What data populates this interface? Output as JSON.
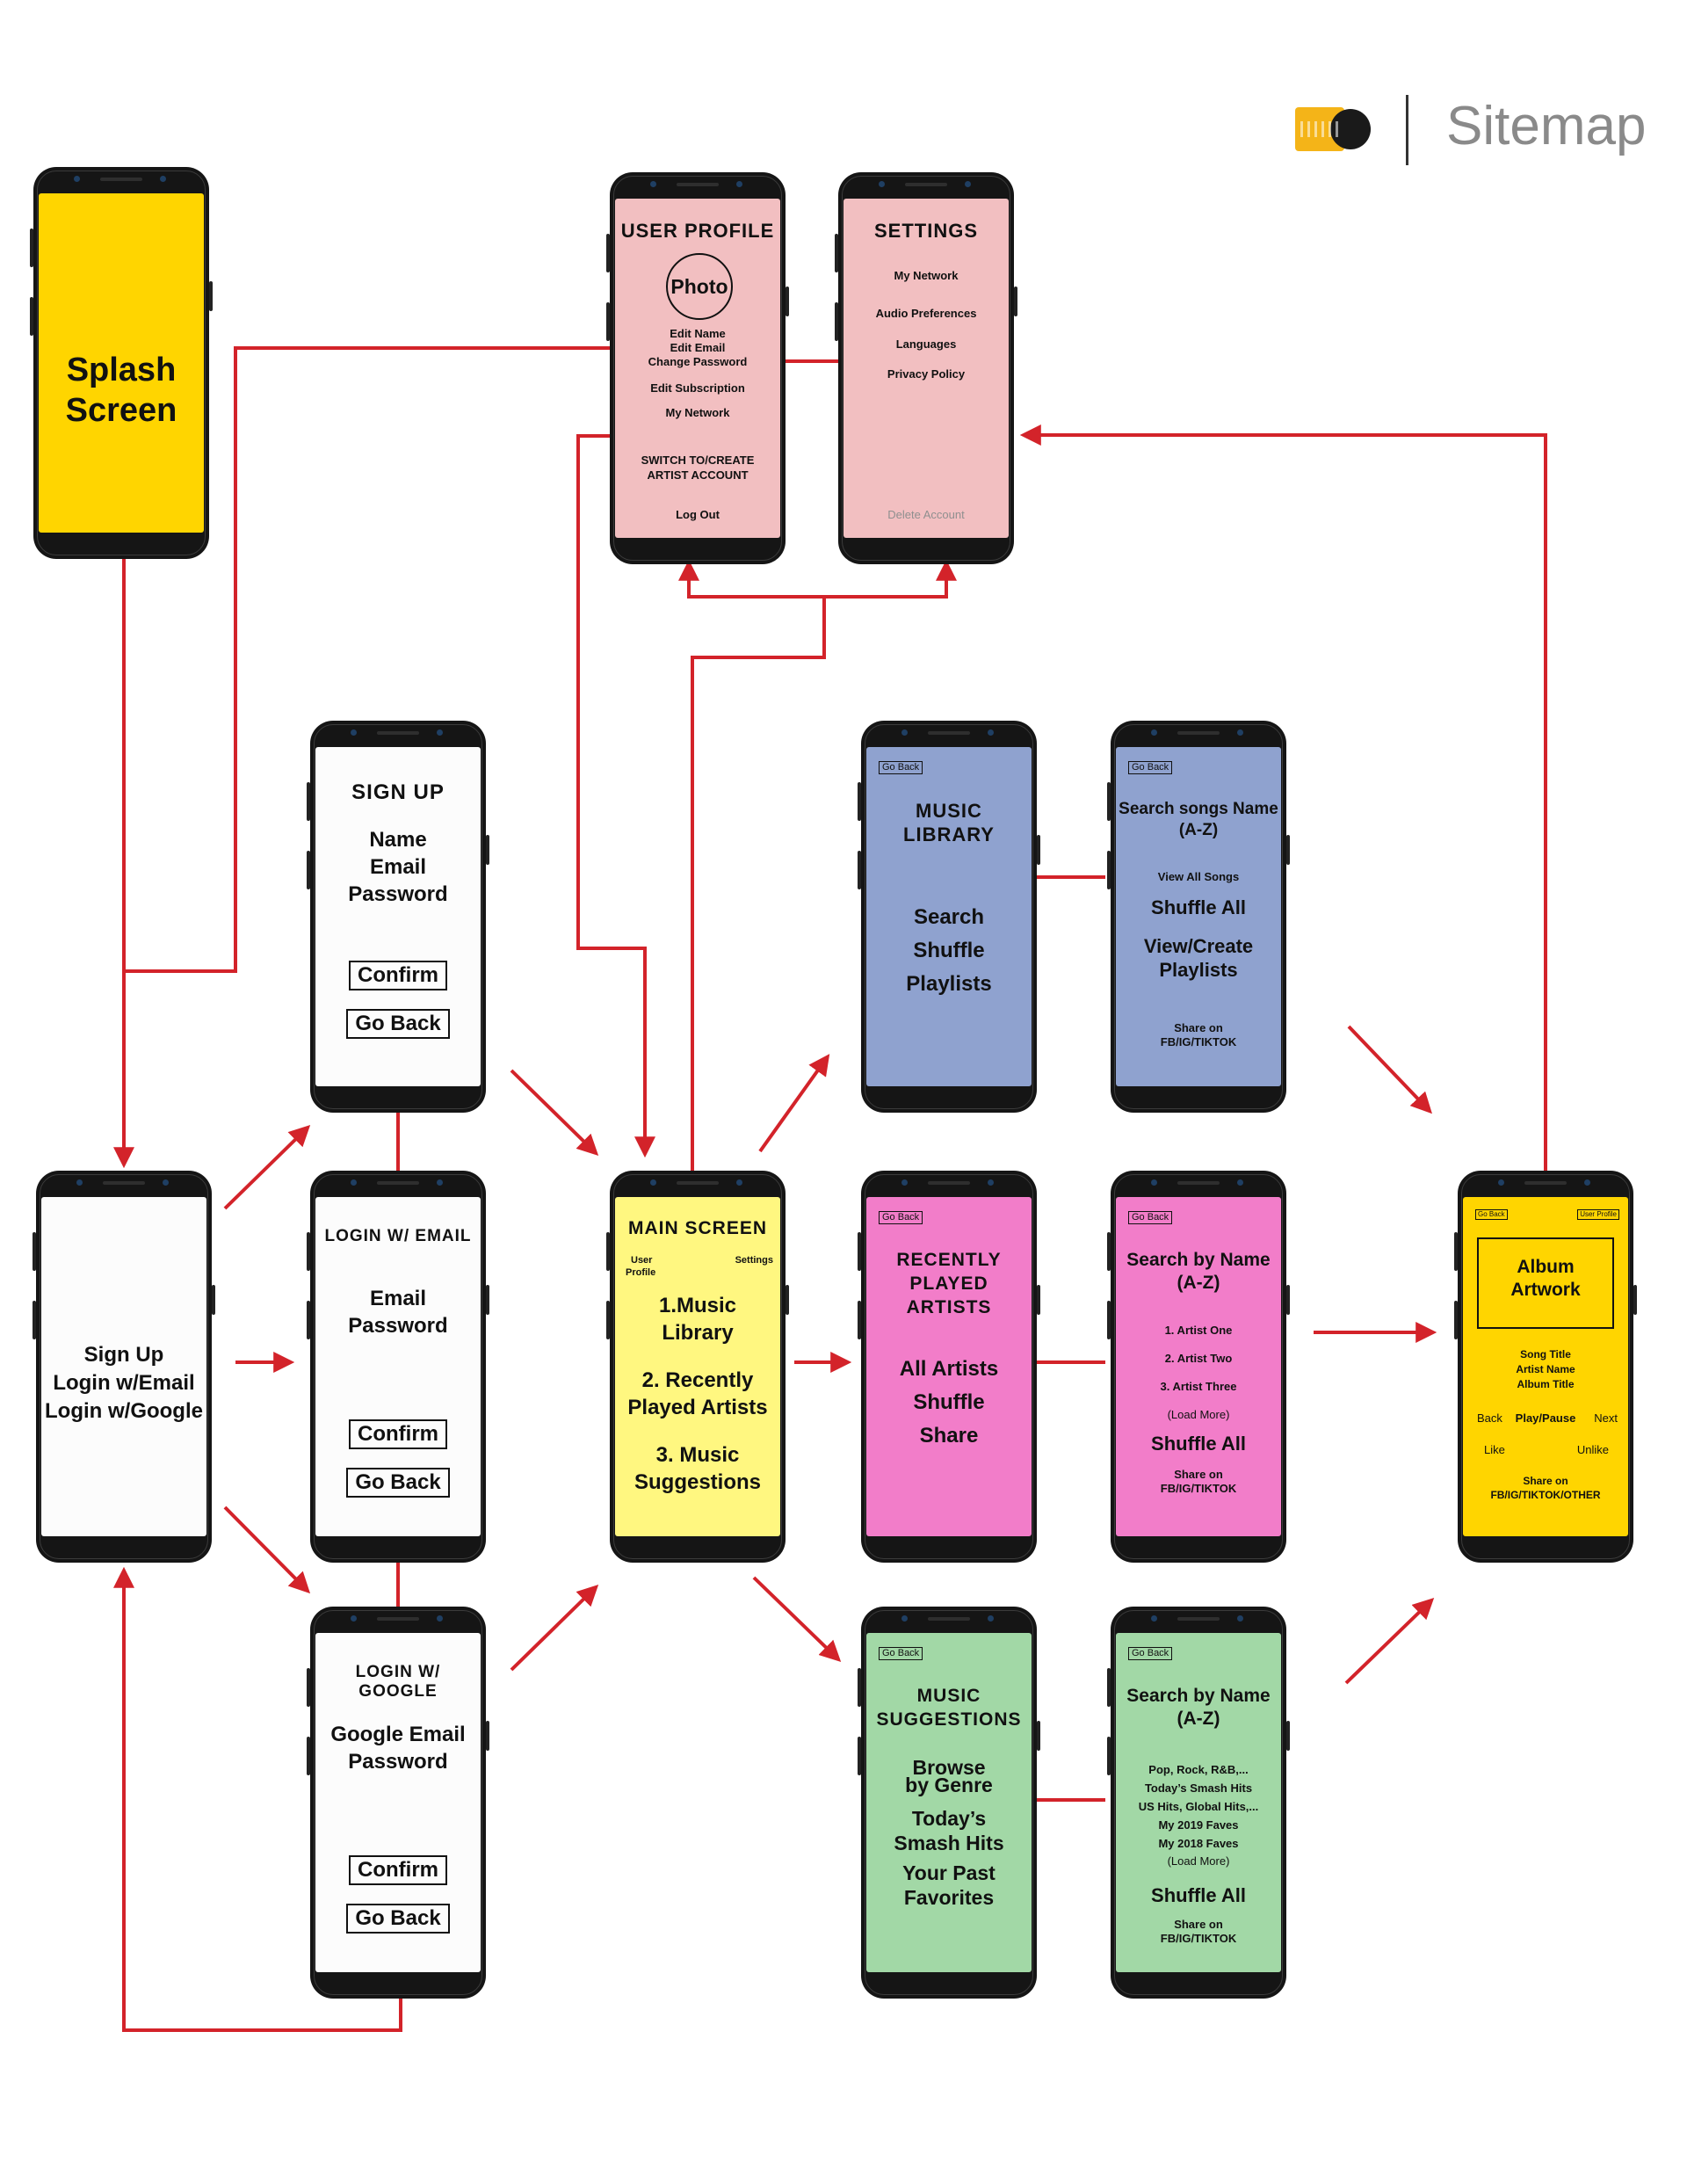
{
  "header": {
    "title": "Sitemap",
    "logo_icon": "tape-record-logo-icon"
  },
  "colors": {
    "connector": "#d3232a",
    "splash": "#ffd500",
    "profile": "#f2bfc1",
    "library": "#8fa2cf",
    "artists": "#f27dc9",
    "suggestions": "#a2d8a6",
    "main": "#fff780",
    "player": "#ffd500"
  },
  "screens": {
    "splash": {
      "title_line1": "Splash",
      "title_line2": "Screen"
    },
    "entry": {
      "line1": "Sign Up",
      "line2": "Login w/Email",
      "line3": "Login w/Google"
    },
    "signup": {
      "title": "SIGN UP",
      "line1": "Name",
      "line2": "Email",
      "line3": "Password",
      "confirm": "Confirm",
      "back": "Go Back"
    },
    "login_email": {
      "title": "LOGIN W/ EMAIL",
      "line1": "Email",
      "line2": "Password",
      "confirm": "Confirm",
      "back": "Go Back"
    },
    "login_google": {
      "title": "LOGIN W/ GOOGLE",
      "line1": "Google Email",
      "line2": "Password",
      "confirm": "Confirm",
      "back": "Go Back"
    },
    "user_profile": {
      "title": "USER PROFILE",
      "photo": "Photo",
      "item1": "Edit Name",
      "item2": "Edit Email",
      "item3": "Change Password",
      "item4": "Edit Subscription",
      "item5": "My Network",
      "switch1": "SWITCH TO/CREATE",
      "switch2": "ARTIST ACCOUNT",
      "logout": "Log Out"
    },
    "settings": {
      "title": "SETTINGS",
      "item1": "My Network",
      "item2": "Audio Preferences",
      "item3": "Languages",
      "item4": "Privacy Policy",
      "delete": "Delete Account"
    },
    "main": {
      "title": "MAIN SCREEN",
      "user_profile1": "User",
      "user_profile2": "Profile",
      "settings": "Settings",
      "item1a": "1.Music",
      "item1b": "Library",
      "item2a": "2. Recently",
      "item2b": "Played Artists",
      "item3a": "3. Music",
      "item3b": "Suggestions"
    },
    "library": {
      "back": "Go Back",
      "title1": "MUSIC",
      "title2": "LIBRARY",
      "item1": "Search",
      "item2": "Shuffle",
      "item3": "Playlists"
    },
    "search_songs": {
      "back": "Go Back",
      "title1": "Search songs Name",
      "title2": "(A-Z)",
      "view_all": "View All Songs",
      "shuffle": "Shuffle All",
      "playlists1": "View/Create",
      "playlists2": "Playlists",
      "share1": "Share on",
      "share2": "FB/IG/TIKTOK"
    },
    "recent": {
      "back": "Go Back",
      "title1": "RECENTLY",
      "title2": "PLAYED",
      "title3": "ARTISTS",
      "item1": "All Artists",
      "item2": "Shuffle",
      "item3": "Share"
    },
    "search_artists": {
      "back": "Go Back",
      "title1": "Search by Name",
      "title2": "(A-Z)",
      "a1": "1. Artist One",
      "a2": "2. Artist Two",
      "a3": "3. Artist Three",
      "more": "(Load More)",
      "shuffle": "Shuffle All",
      "share1": "Share on",
      "share2": "FB/IG/TIKTOK"
    },
    "suggestions": {
      "back": "Go Back",
      "title1": "MUSIC",
      "title2": "SUGGESTIONS",
      "item1a": "Browse",
      "item1b": "by Genre",
      "item2a": "Today’s",
      "item2b": "Smash Hits",
      "item3a": "Your Past",
      "item3b": "Favorites"
    },
    "search_genre": {
      "back": "Go Back",
      "title1": "Search by Name",
      "title2": "(A-Z)",
      "g1": "Pop, Rock, R&B,...",
      "g2": "Today’s Smash Hits",
      "g3": "US Hits, Global Hits,...",
      "g4": "My 2019 Faves",
      "g5": "My 2018 Faves",
      "more": "(Load More)",
      "shuffle": "Shuffle All",
      "share1": "Share on",
      "share2": "FB/IG/TIKTOK"
    },
    "player": {
      "back": "Go Back",
      "profile": "User Profile",
      "art1": "Album",
      "art2": "Artwork",
      "song": "Song Title",
      "artist": "Artist Name",
      "album": "Album Title",
      "prev": "Back",
      "play": "Play/Pause",
      "next": "Next",
      "like": "Like",
      "unlike": "Unlike",
      "share1": "Share on",
      "share2": "FB/IG/TIKTOK/OTHER"
    }
  }
}
